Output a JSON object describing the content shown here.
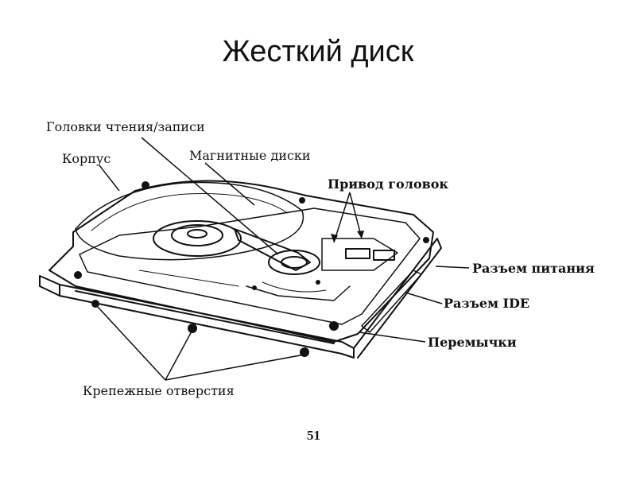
{
  "title": "Жесткий диск",
  "labels": {
    "heads": "Головки чтения/записи",
    "case": "Корпус",
    "platters": "Магнитные диски",
    "actuator": "Привод головок",
    "power": "Разъем питания",
    "ide": "Разъем IDE",
    "jumpers": "Перемычки",
    "mounting": "Крепежные отверстия"
  },
  "page_number": "51"
}
